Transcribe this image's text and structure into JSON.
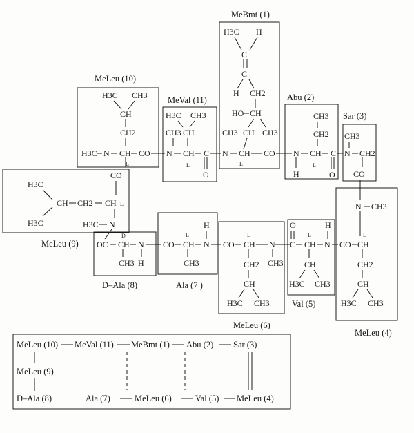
{
  "residue_labels": {
    "mebmt1": "MeBmt (1)",
    "abu2": "Abu (2)",
    "sar3": "Sar (3)",
    "meleu4": "MeLeu (4)",
    "val5": "Val (5)",
    "meleu6": "MeLeu (6)",
    "ala7": "Ala (7 )",
    "dala8": "D–Ala (8)",
    "meleu9": "MeLeu (9)",
    "meleu10": "MeLeu (10)",
    "meval11": "MeVal (11)"
  },
  "structure": {
    "mebmt_h3c": "H3C",
    "mebmt_h_top": "H",
    "mebmt_c1": "C",
    "mebmt_c2": "C",
    "mebmt_h_mid": "H",
    "mebmt_ch2": "CH2",
    "mebmt_ho": "HO",
    "mebmt_ch_a": "CH",
    "mebmt_ch3_left": "CH3",
    "mebmt_ch_b": "CH",
    "mebmt_ch3_right": "CH3",
    "meleu10_h3c": "H3C",
    "meleu10_ch3": "CH3",
    "meleu10_ch": "CH",
    "meleu10_ch2": "CH2",
    "meval11_h3c": "H3C",
    "meval11_ch3_top": "CH3",
    "meval11_ch3_n": "CH3",
    "meval11_ch": "CH",
    "abu_ch3": "CH3",
    "abu_ch2": "CH2",
    "sar_ch3": "CH3",
    "bb1_h3c": "H3C",
    "bb1_n": "N",
    "bb1_ch": "CH",
    "bb1_co": "CO",
    "bb1_n2": "N",
    "bb1_ch2": "CH",
    "bb1_c": "C",
    "bb1_n3": "N",
    "bb1_ch3": "CH",
    "bb1_co3": "CO",
    "bb1_n4": "N",
    "bb1_ch4": "CH",
    "bb1_c4": "C",
    "bb1_n5": "N",
    "bb1_ch2_5": "CH2",
    "o_meval": "O",
    "o_abu": "O",
    "h_abu": "H",
    "l_meleu10": "L",
    "l_meval": "L",
    "l_mebmt": "L",
    "l_abu": "L",
    "sar_co": "CO",
    "sar_n": "N",
    "sar_nch3": "CH3",
    "meleu10_co": "CO",
    "meleu9_h3c_top": "H3C",
    "meleu9_ch": "CH",
    "meleu9_ch2": "CH2",
    "meleu9_ch_r": "CH",
    "meleu9_l": "L",
    "meleu9_h3c_bot": "H3C",
    "meleu9_h3c_n": "H3C",
    "meleu9_n": "N",
    "dala_d": "D",
    "dala_oc": "OC",
    "dala_ch": "CH",
    "dala_n": "N",
    "dala_ch3": "CH3",
    "dala_h": "H",
    "ala_co": "CO",
    "ala_l": "L",
    "ala_ch": "CH",
    "ala_n": "N",
    "ala_h": "H",
    "ala_ch3": "CH3",
    "meleu6_co": "CO",
    "meleu6_l": "L",
    "meleu6_ch": "CH",
    "meleu6_n": "N",
    "meleu6_ch3_n": "CH3",
    "meleu6_ch2": "CH2",
    "meleu6_ch_side": "CH",
    "meleu6_h3c": "H3C",
    "meleu6_ch3": "CH3",
    "val5_o": "O",
    "val5_h": "H",
    "val5_c": "C",
    "val5_ch": "CH",
    "val5_n": "N",
    "val5_l": "L",
    "val5_ch_side": "CH",
    "val5_h3c": "H3C",
    "val5_ch3": "CH3",
    "meleu4_co": "CO",
    "meleu4_ch": "CH",
    "meleu4_l": "L",
    "meleu4_ch2": "CH2",
    "meleu4_ch_side": "CH",
    "meleu4_h3c": "H3C",
    "meleu4_ch3": "CH3"
  },
  "legend": {
    "meleu10": "MeLeu (10)",
    "meval11": "MeVal (11)",
    "mebmt1": "MeBmt (1)",
    "abu2": "Abu (2)",
    "sar3": "Sar (3)",
    "meleu9": "MeLeu (9)",
    "dala8": "D–Ala (8)",
    "ala7": "Ala (7)",
    "meleu6": "MeLeu (6)",
    "val5": "Val (5)",
    "meleu4": "MeLeu (4)"
  },
  "colors": {
    "ink": "#1a1a1a",
    "paper": "#fdfdfb"
  }
}
